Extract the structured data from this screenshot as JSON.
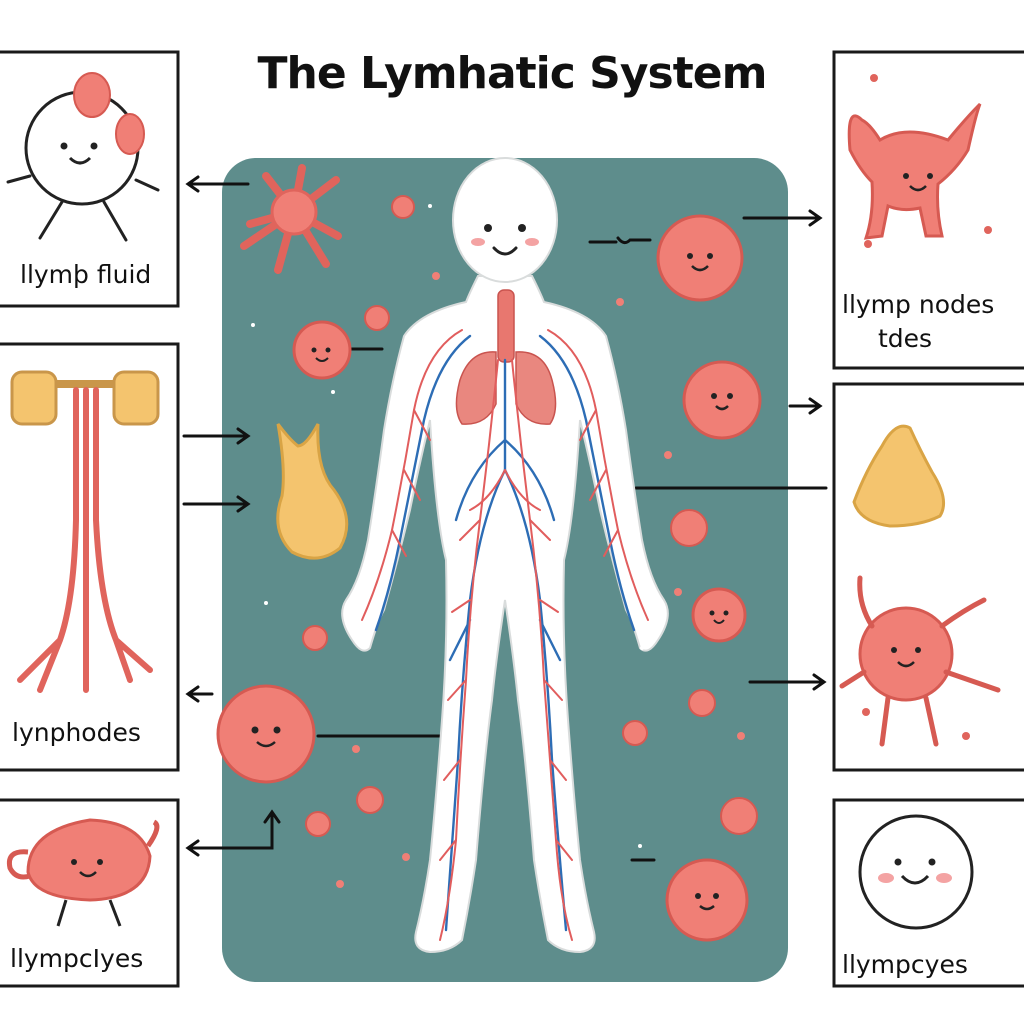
{
  "title": "The Lymhatic System",
  "labels": {
    "top_left": "llymþ fluid",
    "mid_left": "lynphodes",
    "bottom_left": "llympcIyes",
    "top_right_1": "llymp  nodes",
    "top_right_2": "tdes",
    "bottom_right": "llympcyes"
  },
  "colors": {
    "panel": "#5e8d8c",
    "cell": "#f07f76",
    "cell_dark": "#e0645c",
    "yellow": "#f4c46e",
    "vessel_red": "#e15d5d",
    "vessel_blue": "#2d6db5",
    "body": "#ffffff"
  }
}
